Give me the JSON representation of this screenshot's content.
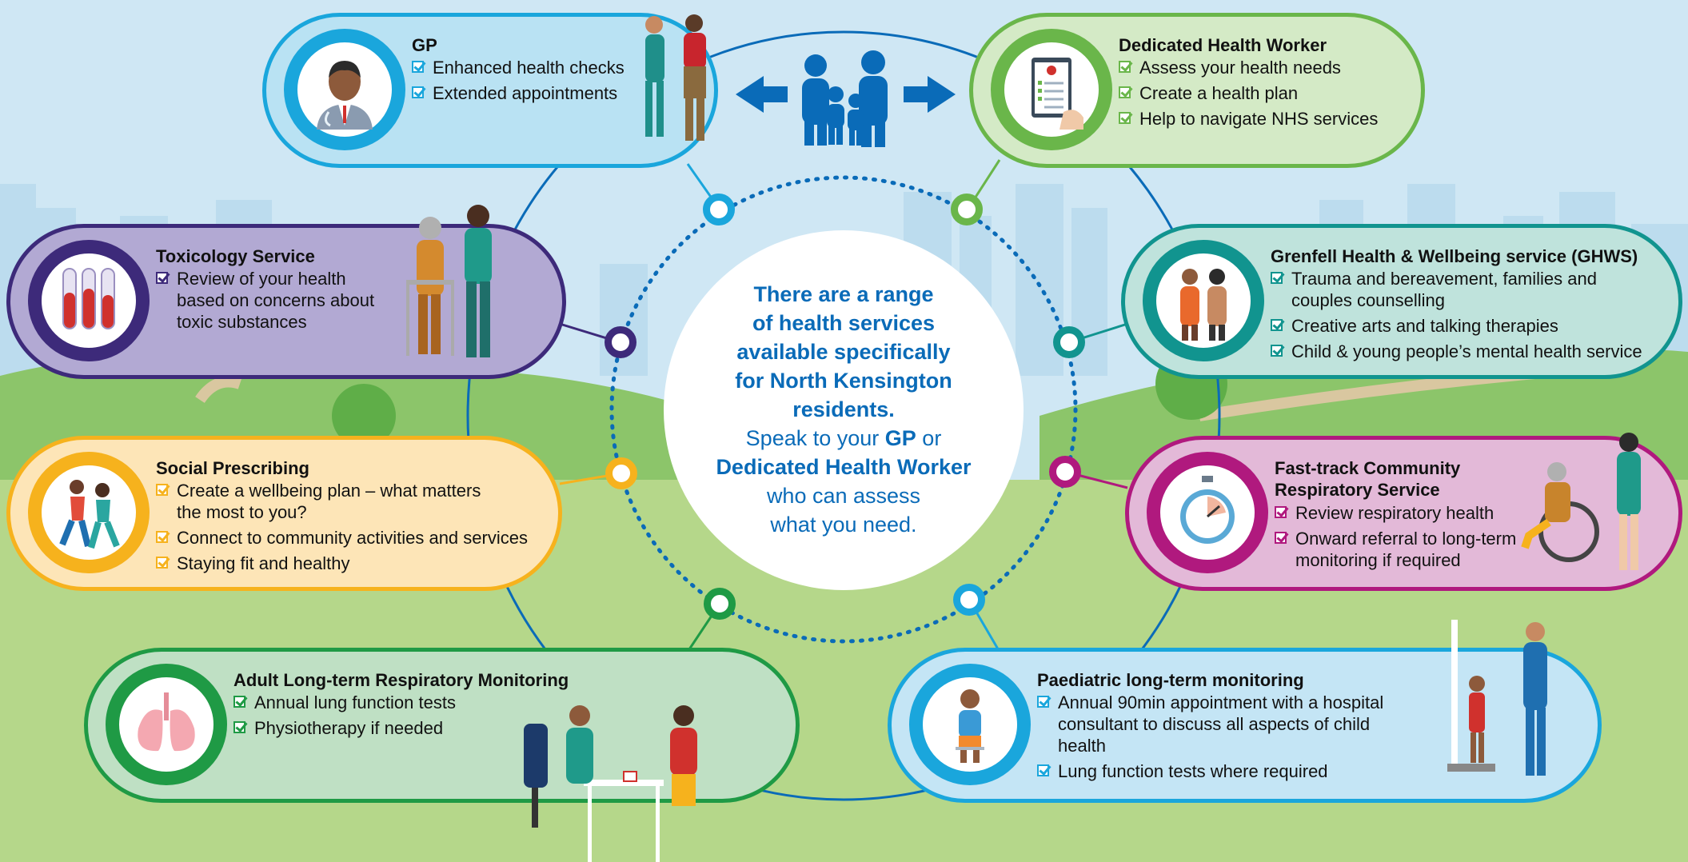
{
  "center": {
    "line1": "There are a range",
    "line2": "of health services",
    "line3": "available specifically",
    "line4": "for North Kensington",
    "line5": "residents.",
    "line6_pre": "Speak to your ",
    "line6_gp": "GP",
    "line6_post": " or",
    "line7": "Dedicated Health Worker",
    "line8": "who can assess",
    "line9": "what you need."
  },
  "services": {
    "gp": {
      "title": "GP",
      "items": [
        "Enhanced health checks",
        "Extended appointments"
      ],
      "color": "#1aa6dc",
      "fill": "#b9e2f3"
    },
    "dhw": {
      "title": "Dedicated Health Worker",
      "items": [
        "Assess your health needs",
        "Create a health plan",
        "Help to navigate NHS services"
      ],
      "color": "#6ab64a",
      "fill": "#d4eac6"
    },
    "tox": {
      "title": "Toxicology Service",
      "items": [
        "Review of your health",
        "based on concerns about",
        "toxic substances"
      ],
      "color": "#3d2a7a",
      "fill": "#b2a9d3"
    },
    "ghws": {
      "title": "Grenfell Health & Wellbeing service (GHWS)",
      "items": [
        "Trauma and bereavement, families and",
        "couples counselling",
        "Creative arts and talking therapies",
        "Child & young people’s mental health service"
      ],
      "color": "#11948f",
      "fill": "#bfe3dc"
    },
    "social": {
      "title": "Social Prescribing",
      "items": [
        "Create a wellbeing plan – what matters",
        "the most to you?",
        "Connect to community activities and services",
        "Staying fit and healthy"
      ],
      "color": "#f6b21d",
      "fill": "#fde5b7"
    },
    "fast": {
      "title1": "Fast-track Community",
      "title2": "Respiratory Service",
      "items": [
        "Review respiratory health",
        "Onward referral to long-term",
        "monitoring if required"
      ],
      "color": "#b0197e",
      "fill": "#e3b9d8"
    },
    "adult": {
      "title": "Adult Long-term Respiratory Monitoring",
      "items": [
        "Annual lung function tests",
        "Physiotherapy if needed"
      ],
      "color": "#1f9a45",
      "fill": "#bfe0c4"
    },
    "paed": {
      "title": "Paediatric long-term monitoring",
      "items": [
        "Annual 90min appointment with a hospital",
        "consultant to discuss all aspects of child health",
        "Lung function tests where required"
      ],
      "color": "#1aa6dc",
      "fill": "#c4e5f5"
    }
  },
  "colors": {
    "sky": "#cfe7f4",
    "grass": "#b5d78a",
    "hills": "#8cc56a",
    "accent_blue": "#0a6bb8"
  },
  "icons": {
    "gp": "doctor-icon",
    "dhw": "clipboard-icon",
    "tox": "test-tubes-icon",
    "ghws": "counselling-icon",
    "social": "runners-icon",
    "fast": "stopwatch-icon",
    "adult": "lungs-icon",
    "paed": "child-icon"
  }
}
